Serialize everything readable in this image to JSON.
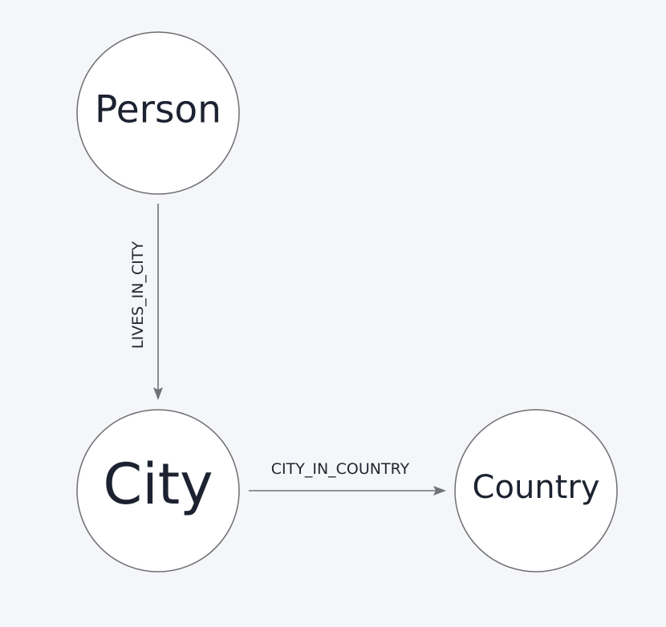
{
  "nodes": [
    {
      "id": "person",
      "label": "Person"
    },
    {
      "id": "city",
      "label": "City"
    },
    {
      "id": "country",
      "label": "Country"
    }
  ],
  "edges": [
    {
      "id": "lives_in_city",
      "from": "person",
      "to": "city",
      "label": "LIVES_IN_CITY"
    },
    {
      "id": "city_in_country",
      "from": "city",
      "to": "country",
      "label": "CITY_IN_COUNTRY"
    }
  ],
  "colors": {
    "background": "#f5f6fa",
    "node_fill": "#ffffff",
    "node_stroke": "#6f6f72",
    "edge": "#6f7278",
    "text": "#1c2230"
  }
}
